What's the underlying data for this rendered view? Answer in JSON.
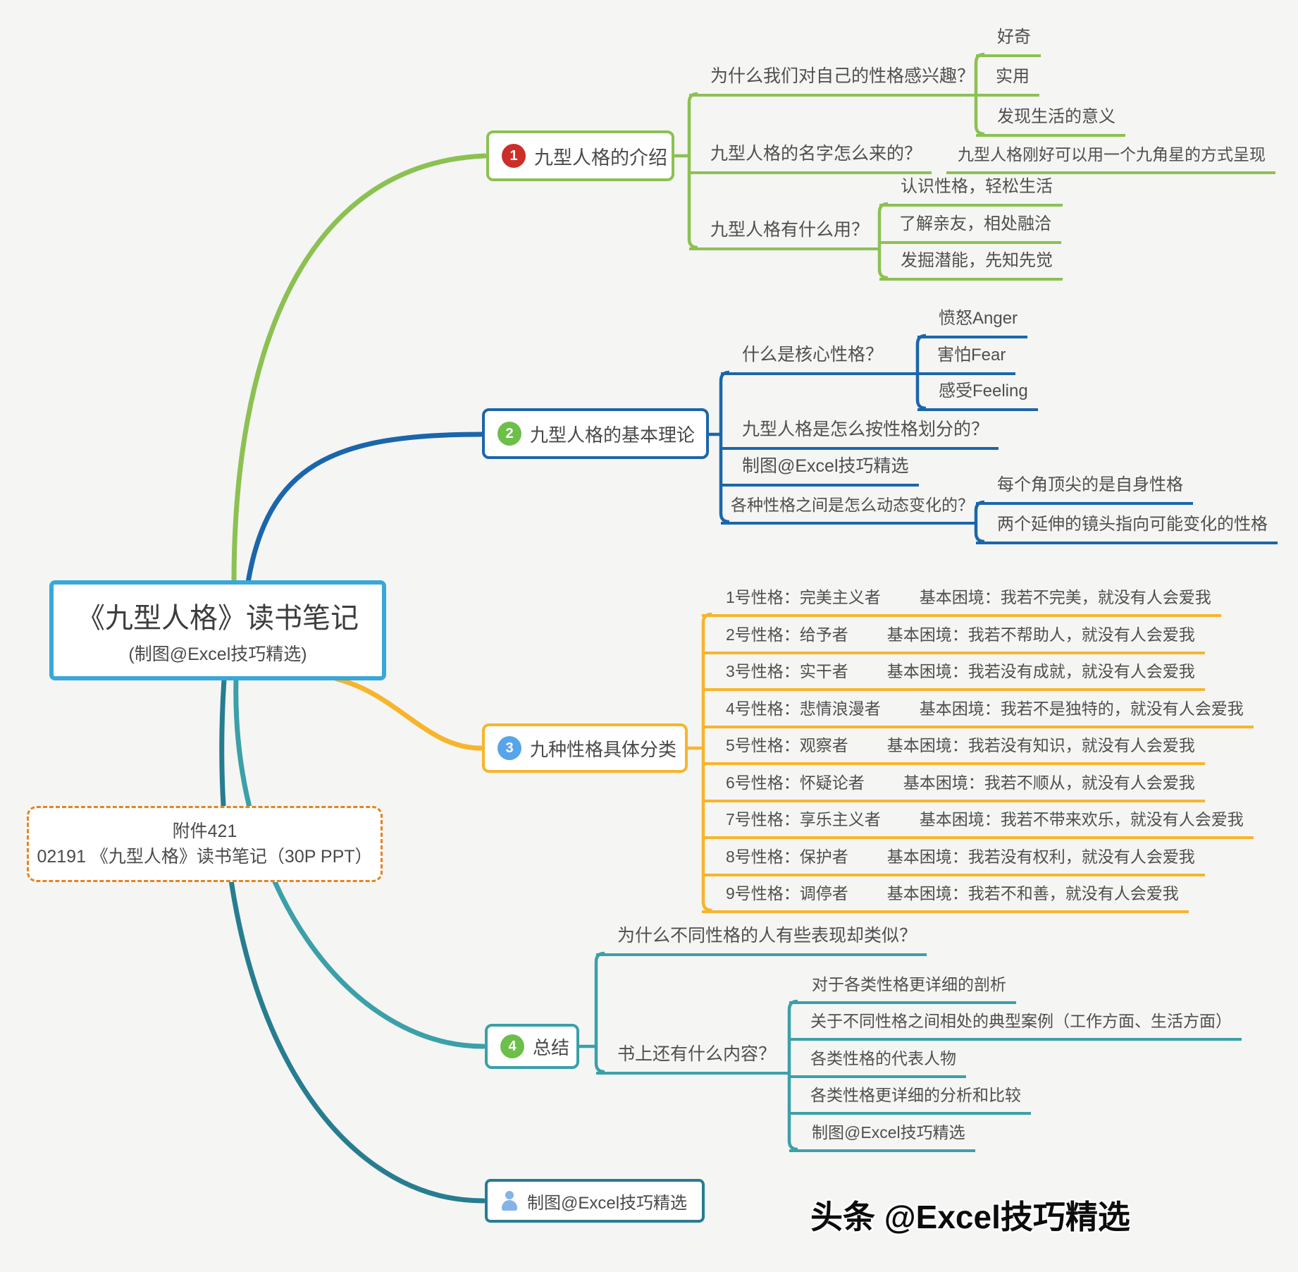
{
  "center": {
    "title": "《九型人格》读书笔记",
    "subtitle": "(制图@Excel技巧精选)"
  },
  "note": {
    "line1": "附件421",
    "line2": "02191 《九型人格》读书笔记（30P PPT）"
  },
  "watermark": "头条 @Excel技巧精选",
  "colors": {
    "branch1": "#8cc152",
    "branch2": "#1b66ab",
    "branch3": "#f7b52c",
    "branch4": "#3ba0a8",
    "branch5": "#277d90",
    "center_border": "#38a8d8",
    "note_border": "#e8831d",
    "badge1": "#cb2f27",
    "badge2": "#6cbf49",
    "badge3": "#58a4ea",
    "badge4": "#6cbf49"
  },
  "branch1": {
    "badge": "1",
    "title": "九型人格的介绍",
    "q_interest": "为什么我们对自己的性格感兴趣？",
    "interest_items": [
      "好奇",
      "实用",
      "发现生活的意义"
    ],
    "q_name": "九型人格的名字怎么来的？",
    "name_answer": "九型人格刚好可以用一个九角星的方式呈现",
    "q_use": "九型人格有什么用？",
    "use_items": [
      "认识性格，轻松生活",
      "了解亲友，相处融洽",
      "发掘潜能，先知先觉"
    ]
  },
  "branch2": {
    "badge": "2",
    "title": "九型人格的基本理论",
    "q_core": "什么是核心性格？",
    "core_items": [
      "愤怒Anger",
      "害怕Fear",
      "感受Feeling"
    ],
    "q_divide": "九型人格是怎么按性格划分的？",
    "credit": "制图@Excel技巧精选",
    "q_dynamic": "各种性格之间是怎么动态变化的？",
    "dynamic_items": [
      "每个角顶尖的是自身性格",
      "两个延伸的镜头指向可能变化的性格"
    ]
  },
  "branch3": {
    "badge": "3",
    "title": "九种性格具体分类",
    "rows": [
      {
        "type": "1号性格：完美主义者",
        "dilemma": "基本困境：我若不完美，就没有人会爱我"
      },
      {
        "type": "2号性格：给予者",
        "dilemma": "基本困境：我若不帮助人，就没有人会爱我"
      },
      {
        "type": "3号性格：实干者",
        "dilemma": "基本困境：我若没有成就，就没有人会爱我"
      },
      {
        "type": "4号性格：悲情浪漫者",
        "dilemma": "基本困境：我若不是独特的，就没有人会爱我"
      },
      {
        "type": "5号性格：观察者",
        "dilemma": "基本困境：我若没有知识，就没有人会爱我"
      },
      {
        "type": "6号性格：怀疑论者",
        "dilemma": "基本困境：我若不顺从，就没有人会爱我"
      },
      {
        "type": "7号性格：享乐主义者",
        "dilemma": "基本困境：我若不带来欢乐，就没有人会爱我"
      },
      {
        "type": "8号性格：保护者",
        "dilemma": "基本困境：我若没有权利，就没有人会爱我"
      },
      {
        "type": "9号性格：调停者",
        "dilemma": "基本困境：我若不和善，就没有人会爱我"
      }
    ]
  },
  "branch4": {
    "badge": "4",
    "title": "总结",
    "q_similar": "为什么不同性格的人有些表现却类似？",
    "q_more": "书上还有什么内容？",
    "more_items": [
      "对于各类性格更详细的剖析",
      "关于不同性格之间相处的典型案例（工作方面、生活方面）",
      "各类性格的代表人物",
      "各类性格更详细的分析和比较",
      "制图@Excel技巧精选"
    ]
  },
  "branch5": {
    "label": "制图@Excel技巧精选"
  }
}
